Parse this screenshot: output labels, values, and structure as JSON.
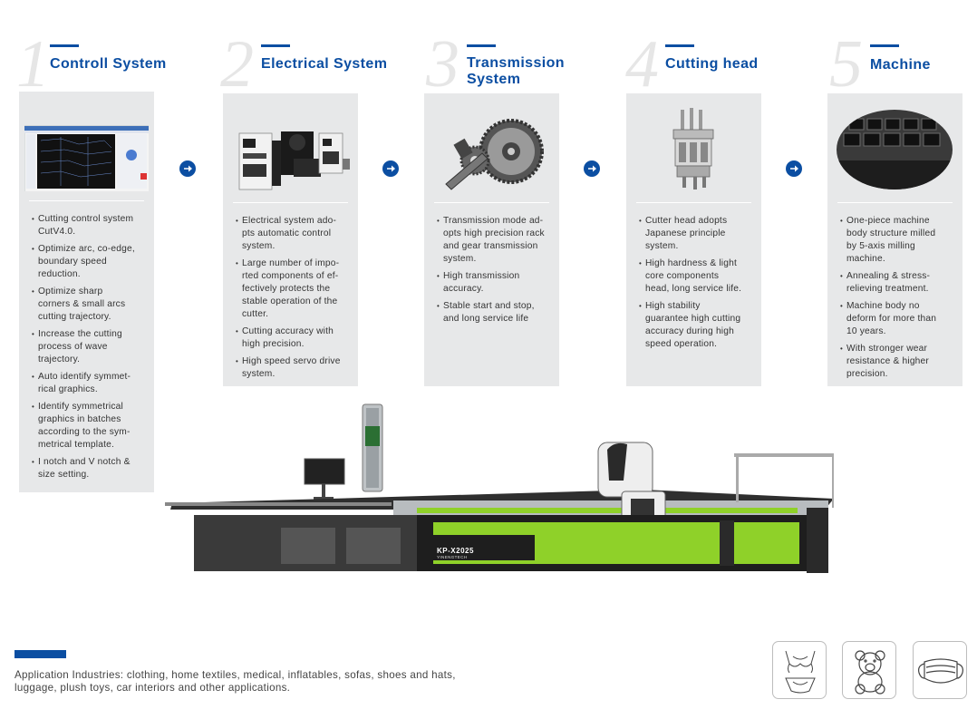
{
  "sections": [
    {
      "number": "1",
      "title": "Controll System",
      "icon": "software-screenshot",
      "bullets": [
        "Cutting control system\nCutV4.0.",
        "Optimize arc, co-edge,\nboundary speed\nreduction.",
        "Optimize sharp\ncorners & small arcs\ncutting trajectory.",
        "Increase the cutting\nprocess of wave\ntrajectory.",
        "Auto identify symmet-\nrical graphics.",
        "Identify symmetrical\ngraphics in batches\naccording to the sym-\nmetrical template.",
        "I notch and V notch &\nsize setting."
      ]
    },
    {
      "number": "2",
      "title": "Electrical System",
      "icon": "servo-drive",
      "bullets": [
        "Electrical system ado-\npts automatic control\nsystem.",
        "Large number of impo-\nrted components of ef-\nfectively protects the\nstable operation of the\ncutter.",
        "Cutting accuracy with\nhigh precision.",
        "High speed servo drive\nsystem."
      ]
    },
    {
      "number": "3",
      "title": "Transmission\nSystem",
      "icon": "gear-rack",
      "bullets": [
        "Transmission mode ad-\nopts high precision rack\nand gear transmission\nsystem.",
        "High transmission\naccuracy.",
        "Stable start and stop,\nand long service life"
      ]
    },
    {
      "number": "4",
      "title": "Cutting head",
      "icon": "cutter-head",
      "bullets": [
        "Cutter head adopts\nJapanese principle\nsystem.",
        "High hardness & light\ncore components\nhead, long service life.",
        "High stability\nguarantee high cutting\naccuracy during high\nspeed operation."
      ]
    },
    {
      "number": "5",
      "title": "Machine",
      "icon": "machine-bed",
      "bullets": [
        "One-piece machine\nbody structure milled\nby 5-axis milling\nmachine.",
        "Annealing & stress-\nrelieving treatment.",
        "Machine body no\ndeform for more than\n10 years.",
        "With stronger wear\nresistance & higher\nprecision."
      ]
    }
  ],
  "machine": {
    "model": "KP-X2025",
    "brand": "YINENGTECH"
  },
  "applications": "Application Industries: clothing, home textiles, medical, inflatables, sofas, shoes and hats,\nluggage, plush toys, car interiors and other applications.",
  "application_icons": [
    "bra-underwear-icon",
    "teddy-bear-icon",
    "face-mask-icon"
  ],
  "colors": {
    "accent": "#0b4ea2",
    "card": "#e7e8e9",
    "machine_green": "#8fd129"
  }
}
